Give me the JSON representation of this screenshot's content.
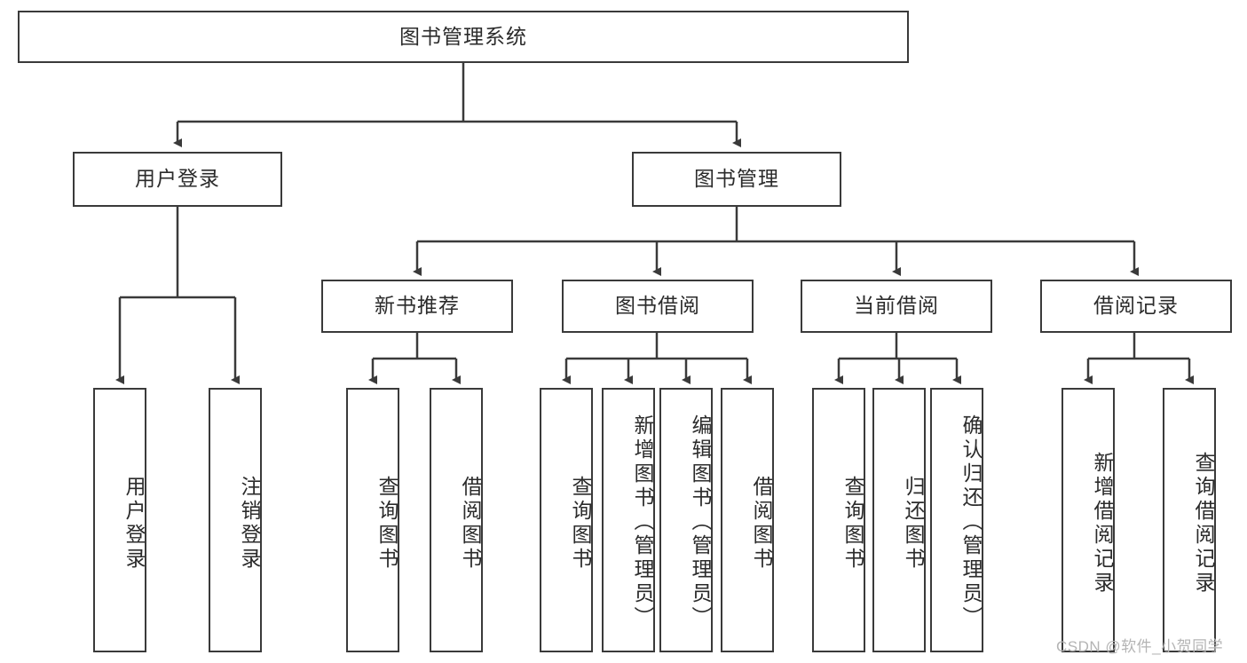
{
  "diagram": {
    "title": "图书管理系统",
    "type": "tree",
    "stroke_color": "#3a3a3a",
    "text_color": "#2b2b2b",
    "background_color": "#ffffff",
    "watermark": "CSDN @软件_小贺同学",
    "root": {
      "label": "图书管理系统"
    },
    "level2": [
      {
        "label": "用户登录"
      },
      {
        "label": "图书管理"
      }
    ],
    "level3": [
      {
        "label": "新书推荐"
      },
      {
        "label": "图书借阅"
      },
      {
        "label": "当前借阅"
      },
      {
        "label": "借阅记录"
      }
    ],
    "leaves": {
      "user_login": [
        {
          "label": "用户登录"
        },
        {
          "label": "注销登录"
        }
      ],
      "new_book_recommend": [
        {
          "label": "查询图书"
        },
        {
          "label": "借阅图书"
        }
      ],
      "book_borrow": [
        {
          "label": "查询图书"
        },
        {
          "label": "新增图书（管理员）"
        },
        {
          "label": "编辑图书（管理员）"
        },
        {
          "label": "借阅图书"
        }
      ],
      "current_borrow": [
        {
          "label": "查询图书"
        },
        {
          "label": "归还图书"
        },
        {
          "label": "确认归还（管理员）"
        }
      ],
      "borrow_record": [
        {
          "label": "新增借阅记录"
        },
        {
          "label": "查询借阅记录"
        }
      ]
    }
  }
}
